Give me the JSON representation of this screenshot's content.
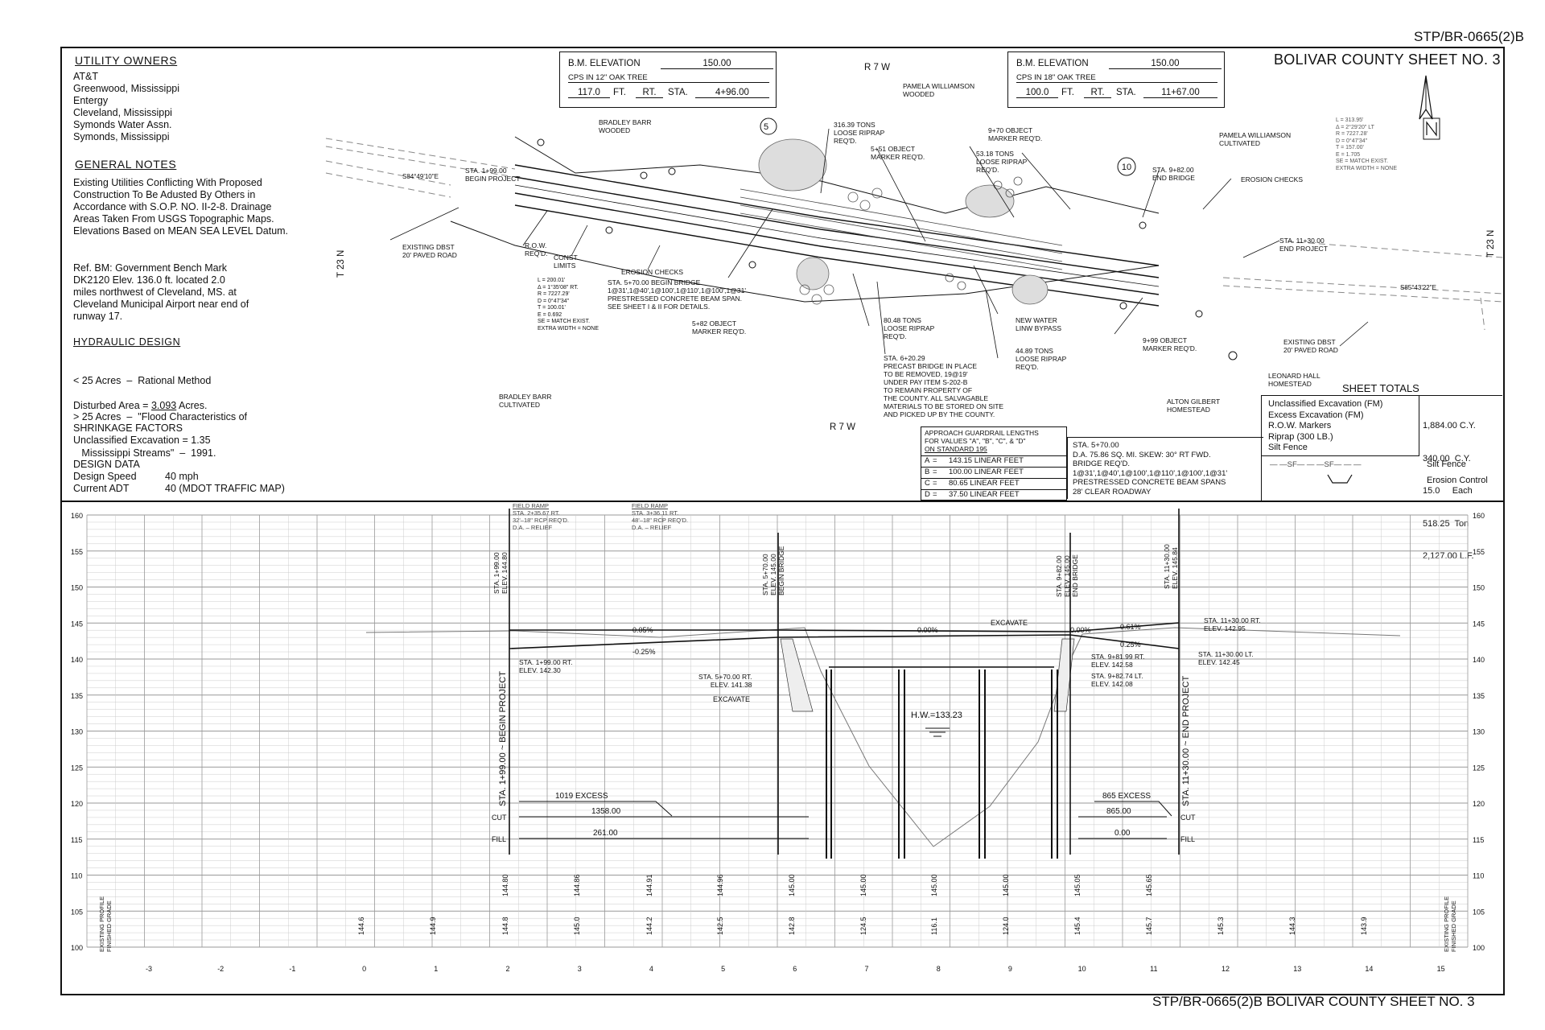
{
  "header": {
    "sheet_id_top": "STP/BR-0665(2)B",
    "sheet_title": "BOLIVAR COUNTY SHEET NO. 3",
    "footer_title": "STP/BR-0665(2)B BOLIVAR COUNTY SHEET NO. 3"
  },
  "notes": {
    "utility_head": "UTILITY OWNERS",
    "utility_lines": [
      "AT&T",
      "Greenwood, Mississippi",
      "Entergy",
      "Cleveland, Mississippi",
      "Symonds Water Assn.",
      "Symonds, Mississippi"
    ],
    "general_head": "GENERAL NOTES",
    "general_lines": [
      "Existing Utilities Conflicting With Proposed",
      "Construction To Be  Adusted By Others in",
      "Accordance with S.O.P. NO. II-2-8. Drainage",
      "Areas Taken From USGS Topographic Maps.",
      "Elevations Based on MEAN SEA LEVEL Datum."
    ],
    "ref_lines": [
      "Ref. BM: Government Bench Mark",
      "DK2120 Elev. 136.0 ft. located 2.0",
      "miles northwest of Cleveland, MS. at",
      "Cleveland Municipal Airport near end of",
      "runway 17."
    ],
    "hydraulic_head": "HYDRAULIC DESIGN",
    "hydraulic_lines": [
      "< 25 Acres  –  Rational Method",
      "> 25 Acres  –  \"Flood Characteristics of",
      "   Mississippi Streams\"  –  1991."
    ],
    "disturbed_label": "Disturbed Area  =  ",
    "disturbed_value": "3.093",
    "disturbed_unit": " Acres.",
    "shrink_head": "SHRINKAGE FACTORS",
    "shrink_line": "Unclassified Excavation  =  1.35",
    "design_head": "DESIGN DATA",
    "design_speed_label": "Design Speed",
    "design_speed_value": "40 mph",
    "adt_label": "Current ADT",
    "adt_value": "40 (MDOT TRAFFIC MAP)"
  },
  "bm1": {
    "title": "B.M. ELEVATION",
    "value": "150.00",
    "desc": "CPS IN 12\" OAK TREE",
    "dist": "117.0",
    "ft": "FT.",
    "side": "RT.",
    "sta_label": "STA.",
    "sta": "4+96.00"
  },
  "bm2": {
    "title": "B.M. ELEVATION",
    "value": "150.00",
    "desc": "CPS IN 18\" OAK TREE",
    "dist": "100.0",
    "ft": "FT.",
    "side": "RT.",
    "sta_label": "STA.",
    "sta": "11+67.00"
  },
  "plan": {
    "r7w_top": "R 7 W",
    "r7w_bottom": "R 7 W",
    "t23n_left": "T 23 N",
    "t23n_right": "T 23 N",
    "labels": {
      "pamela_wooded": [
        "PAMELA WILLIAMSON",
        "WOODED"
      ],
      "pamela_cult": [
        "PAMELA WILLIAMSON",
        "CULTIVATED"
      ],
      "bradley_wooded": [
        "BRADLEY BARR",
        "WOODED"
      ],
      "bradley_cult": [
        "BRADLEY BARR",
        "CULTIVATED"
      ],
      "leonard": [
        "LEONARD HALL",
        "HOMESTEAD"
      ],
      "alton": [
        "ALTON GILBERT",
        "HOMESTEAD"
      ],
      "begin_project": [
        "STA. 1+99.00",
        "BEGIN PROJECT"
      ],
      "existing_dbst_left": [
        "EXISTING DBST",
        "20' PAVED ROAD"
      ],
      "existing_dbst_right": [
        "EXISTING DBST",
        "20' PAVED ROAD"
      ],
      "row_req": [
        "R.O.W.",
        "REQ'D."
      ],
      "const_limits": [
        "CONST.",
        "LIMITS"
      ],
      "erosion_checks_1": "EROSION CHECKS",
      "erosion_checks_2": "EROSION CHECKS",
      "begin_bridge": [
        "STA. 5+70.00 BEGIN BRIDGE",
        "1@31',1@40',1@100',1@110',1@100',1@31'",
        "PRESTRESSED CONCRETE BEAM SPAN.",
        "SEE SHEET I & II FOR DETAILS."
      ],
      "obj_582": [
        "5+82 OBJECT",
        "MARKER REQ'D."
      ],
      "riprap_316": [
        "316.39 TONS",
        "LOOSE RIPRAP",
        "REQ'D."
      ],
      "obj_551": [
        "5+51 OBJECT",
        "MARKER REQ'D."
      ],
      "obj_970": [
        "9+70 OBJECT",
        "MARKER REQ'D."
      ],
      "riprap_53": [
        "53.18 TONS",
        "LOOSE RIPRAP",
        "REQ'D."
      ],
      "end_bridge": [
        "STA. 9+82.00",
        "END BRIDGE"
      ],
      "end_project": [
        "STA. 11+30.00",
        "END PROJECT"
      ],
      "riprap_80": [
        "80.48 TONS",
        "LOOSE RIPRAP",
        "REQ'D."
      ],
      "riprap_44": [
        "44.89 TONS",
        "LOOSE RIPRAP",
        "REQ'D."
      ],
      "new_water": [
        "NEW WATER",
        "LINW BYPASS"
      ],
      "obj_999": [
        "9+99 OBJECT",
        "MARKER REQ'D."
      ],
      "precast": [
        "STA. 6+20.29",
        "PRECAST BRIDGE IN PLACE",
        "TO BE REMOVED, 19@19'",
        "UNDER PAY ITEM S-202-B",
        "TO REMAIN PROPERTY OF",
        "THE COUNTY. ALL SALVAGABLE",
        "MATERIALS TO BE STORED ON SITE",
        "AND PICKED UP BY THE COUNTY."
      ],
      "curve_left": [
        "L = 200.01'",
        "Δ = 1°35'08\" RT.",
        "R = 7227.29'",
        "D = 0°47'34\"",
        "T = 100.01'",
        "E = 0.692",
        "SE = MATCH EXIST.",
        "EXTRA WIDTH = NONE"
      ],
      "curve_right": [
        "L = 313.95'",
        "Δ = 2°29'20\" LT",
        "R = 7227.28'",
        "D = 0°47'34\"",
        "T = 157.00'",
        "E = 1.705",
        "SE = MATCH EXIST.",
        "EXTRA WIDTH = NONE"
      ],
      "bearing_left": "S84°49'10\"E",
      "bearing_right": "S85°43'22\"E",
      "circle_5": "5",
      "circle_10": "10"
    }
  },
  "guardrail": {
    "title": [
      "APPROACH GUARDRAIL LENGTHS",
      "FOR VALUES \"A\", \"B\", \"C\", & \"D\"",
      "ON STANDARD 195"
    ],
    "rows": [
      {
        "k": "A",
        "v": "143.15 LINEAR FEET"
      },
      {
        "k": "B",
        "v": "100.00 LINEAR FEET"
      },
      {
        "k": "C",
        "v": "80.65 LINEAR FEET"
      },
      {
        "k": "D",
        "v": "37.50 LINEAR FEET"
      }
    ]
  },
  "bridge_box": [
    "STA.  5+70.00",
    "D.A.  75.86 SQ. MI.  SKEW:  30° RT FWD.",
    "BRIDGE REQ'D.",
    "1@31',1@40',1@100',1@110',1@100',1@31'",
    "PRESTRESSED CONCRETE BEAM SPANS",
    "28' CLEAR ROADWAY"
  ],
  "totals": {
    "title": "SHEET TOTALS",
    "rows": [
      {
        "label": "Unclassified Excavation (FM)",
        "value": "1,884.00 C.Y."
      },
      {
        "label": "Excess Excavation (FM)",
        "value": "340.00  C.Y."
      },
      {
        "label": "R.O.W. Markers",
        "value": "15.0     Each"
      },
      {
        "label": "Riprap (300 LB.)",
        "value": "518.25  Ton"
      },
      {
        "label": "Silt Fence",
        "value": "2,127.00 L.F."
      }
    ],
    "legend_silt": "Silt Fence",
    "legend_erosion": "Erosion Control",
    "legend_sf": "— —SF— — —SF— — —"
  },
  "profile": {
    "y_ticks": [
      "160",
      "155",
      "150",
      "145",
      "140",
      "135",
      "130",
      "125",
      "120",
      "115",
      "110",
      "105",
      "100"
    ],
    "x_ticks": [
      "-3",
      "-2",
      "-1",
      "0",
      "1",
      "2",
      "3",
      "4",
      "5",
      "6",
      "7",
      "8",
      "9",
      "10",
      "11",
      "12",
      "13",
      "14",
      "15"
    ],
    "existing_values": [
      "144.6",
      "144.9",
      "144.8",
      "145.0",
      "144.2",
      "142.5",
      "142.8",
      "124.5",
      "116.1",
      "124.0",
      "145.4",
      "145.7",
      "145.3",
      "144.3",
      "143.9"
    ],
    "finished_values": [
      "144.80",
      "144.86",
      "144.91",
      "144.96",
      "145.00",
      "145.00",
      "145.00",
      "145.00",
      "145.05",
      "145.65"
    ],
    "row_label_existing": "EXISTING PROFILE",
    "row_label_finished": "FINISHED GRADE",
    "field_ramp_1": [
      "FIELD RAMP",
      "STA. 2+35.67  RT.",
      "32'–18\" RCP REQ'D.",
      "D.A. – RELIEF"
    ],
    "field_ramp_2": [
      "FIELD RAMP",
      "STA. 3+36.11  RT.",
      "48'–18\" RCP REQ'D.",
      "D.A. – RELIEF"
    ],
    "vert_begin": [
      "STA. 1+99.00",
      "ELEV. 144.80"
    ],
    "vert_begin_bridge": [
      "STA. 5+70.00",
      "ELEV. 145.00",
      "BEGIN BRIDGE"
    ],
    "vert_end_bridge": [
      "STA. 9+82.00",
      "ELEV. 145.00",
      "END BRIDGE"
    ],
    "vert_end": [
      "STA. 11+30.00",
      "ELEV. 145.84"
    ],
    "grade_005": "0.05%",
    "grade_025": "-0.25%",
    "grade_000": "0.00%",
    "grade_000b": "0.00%",
    "grade_061": "0.61%",
    "grade_025b": "0.25%",
    "excavate_1": "EXCAVATE",
    "excavate_2": "EXCAVATE",
    "sta_199_rt": [
      "STA. 1+99.00 RT.",
      "ELEV. 142.30"
    ],
    "sta_570_rt": [
      "STA. 5+70.00 RT.",
      "ELEV. 141.38"
    ],
    "sta_982_rt": [
      "STA. 9+81.99 RT.",
      "ELEV. 142.58"
    ],
    "sta_982_lt": [
      "STA. 9+82.74 LT.",
      "ELEV. 142.08"
    ],
    "sta_1130_rt": [
      "STA. 11+30.00 RT.",
      "ELEV. 142.95"
    ],
    "sta_1130_lt": [
      "STA. 11+30.00 LT.",
      "ELEV. 142.45"
    ],
    "hw": "H.W.=133.23",
    "begin_vert_label": "STA. 1+99.00 ~ BEGIN PROJECT",
    "end_vert_label": "STA. 11+30.00 ~ END PROJECT",
    "excess_left": "1019  EXCESS",
    "cut_left": "1358.00",
    "fill_left": "261.00",
    "excess_right": "865  EXCESS",
    "cut_right": "865.00",
    "fill_right": "0.00",
    "cut": "CUT",
    "fill": "FILL"
  }
}
